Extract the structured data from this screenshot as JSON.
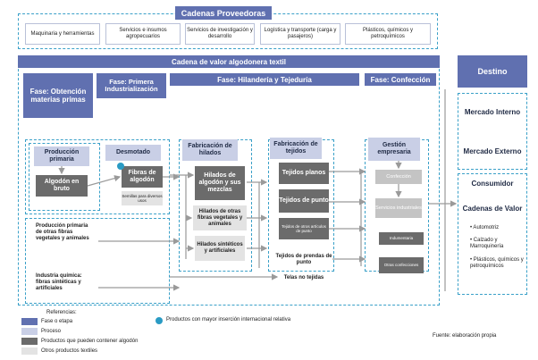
{
  "suppliers": {
    "title": "Cadenas Proveedoras",
    "items": [
      "Maquinaria y herramientas",
      "Servicios e insumos agropecuarios",
      "Servicios de investigación y desarrollo",
      "Logística y transporte (carga y pasajeros)",
      "Plásticos, químicos y petroquímicos"
    ]
  },
  "chain_title": "Cadena de valor algodonera textil",
  "phases": {
    "p1": "Fase: Obtención materias primas",
    "p2": "Fase: Primera Industrialización",
    "p3": "Fase: Hilandería y Tejeduría",
    "p4": "Fase: Confección"
  },
  "nodes": {
    "produccion_primaria": "Producción primaria",
    "algodon_bruto": "Algodón en bruto",
    "desmotado": "Desmotado",
    "fibras_algodon": "Fibras de algodón",
    "semillas": "Semillas para diversos usos",
    "prod_otras_fibras": "Producción primaria de otras fibras vegetales y animales",
    "industria_quimica": "Industria química: fibras sintéticas y artificiales",
    "fabricacion_hilados": "Fabricación de hilados",
    "hilados_algodon": "Hilados de algodón y sus mezclas",
    "hilados_otras": "Hilados de otras fibras vegetales y animales",
    "hilados_sinteticos": "Hilados sintéticos y artificiales",
    "fabricacion_tejidos": "Fabricación de tejidos",
    "tejidos_planos": "Tejidos planos",
    "tejidos_punto": "Tejidos de punto",
    "tejidos_otros": "Tejidos de otros artículos de punto",
    "tejidos_prendas": "Tejidos de prendas de punto",
    "telas_no_tejidas": "Telas no tejidas",
    "gestion_empresaria": "Gestión empresaria",
    "confeccion": "Confección",
    "servicios_industriales": "Servicios industriales",
    "indumentaria": "Indumentaria",
    "otras_confecciones": "Otras confecciones"
  },
  "destino": {
    "title": "Destino",
    "mercado_interno": "Mercado Interno",
    "mercado_externo": "Mercado Externo",
    "consumidor": "Consumidor",
    "cadenas_valor": "Cadenas de Valor",
    "bullets": [
      "• Automotriz",
      "• Calzado y Marroquinería",
      "• Plásticos, químicos y petroquímicos"
    ]
  },
  "legend": {
    "title": "Referencias:",
    "items": [
      "Fase o etapa",
      "Proceso",
      "Productos que pueden contener algodón",
      "Otros productos textiles"
    ],
    "dot_label": "Productos con mayor inserción internacional relativa",
    "source": "Fuente: elaboración propia"
  },
  "colors": {
    "phase": "#6070b0",
    "process": "#c9cfe6",
    "cotton_products": "#6b6b6b",
    "other_textiles": "#e3e3e3",
    "dashed_border": "#3aa0c8",
    "highlight_dot": "#2a9bc4"
  }
}
